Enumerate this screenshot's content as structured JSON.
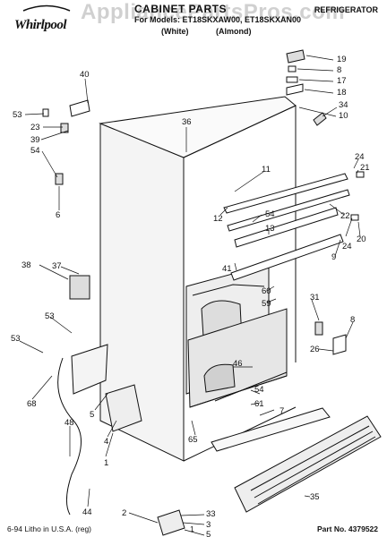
{
  "header": {
    "brand": "Whirlpool",
    "watermark": "AppliancePartsPros.com",
    "title": "CABINET PARTS",
    "model_line": "For Models: ET18SKXAW00, ET18SKXAN00",
    "variant_white": "(White)",
    "variant_almond": "(Almond)",
    "category": "REFRIGERATOR"
  },
  "callouts": [
    "19",
    "8",
    "17",
    "18",
    "34",
    "10",
    "40",
    "53",
    "23",
    "39",
    "54",
    "36",
    "6",
    "11",
    "24",
    "21",
    "12",
    "54",
    "13",
    "22",
    "24",
    "20",
    "9",
    "41",
    "38",
    "37",
    "60",
    "59",
    "31",
    "53",
    "8",
    "26",
    "53",
    "46",
    "68",
    "5",
    "54",
    "61",
    "4",
    "7",
    "48",
    "44",
    "65",
    "1",
    "2",
    "33",
    "3",
    "5",
    "35"
  ],
  "footer": {
    "litho": "6-94 Litho in U.S.A. (reg)",
    "page": "1",
    "part_no": "Part No. 4379522"
  }
}
